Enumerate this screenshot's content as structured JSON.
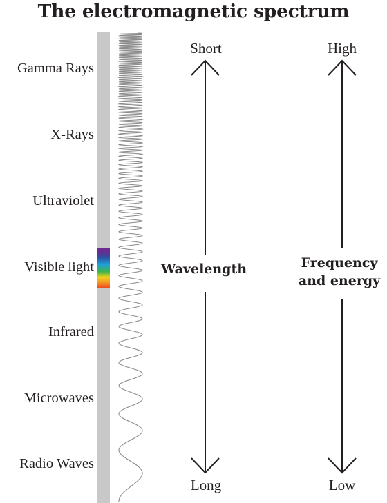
{
  "title": "The electromagnetic spectrum",
  "bands": [
    "Gamma Rays",
    "X-Rays",
    "Ultraviolet",
    "Visible light",
    "Infrared",
    "Microwaves",
    "Radio Waves"
  ],
  "wavelength": {
    "label": "Wavelength",
    "top": "Short",
    "bottom": "Long"
  },
  "frequency": {
    "label_line1": "Frequency",
    "label_line2": "and energy",
    "top": "High",
    "bottom": "Low"
  },
  "colors": {
    "text": "#231f20",
    "bar": "#c8c8c8",
    "wave": "#8a8a8a"
  }
}
